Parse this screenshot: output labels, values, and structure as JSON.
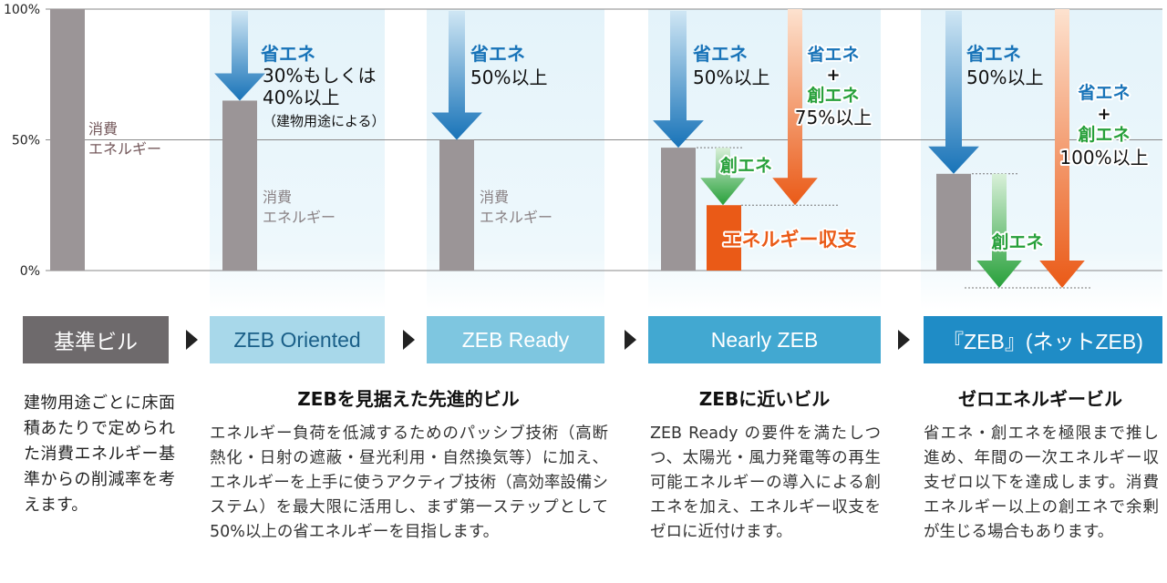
{
  "axis": {
    "ticks": [
      "100%",
      "50%",
      "0%"
    ]
  },
  "diagram": {
    "columns": [
      {
        "key": "kijun",
        "bar": 1.0,
        "fill_color": "#eef7fb",
        "bar_label": [
          "消費",
          "エネルギー"
        ]
      },
      {
        "key": "oriented",
        "bar": 0.65,
        "fill_color": "#e9f5fa",
        "bar_label": [
          "消費",
          "エネルギー"
        ],
        "arrow_label": [
          "省エネ"
        ],
        "arrow_sub": [
          "30%もしくは",
          "40%以上",
          "（建物用途による）"
        ]
      },
      {
        "key": "ready",
        "bar": 0.5,
        "fill_color": "#e9f5fa",
        "bar_label": [
          "消費",
          "エネルギー"
        ],
        "arrow_label": [
          "省エネ"
        ],
        "arrow_sub": [
          "50%以上"
        ]
      },
      {
        "key": "nearly",
        "bar": 0.47,
        "fill_color": "#e9f5fa",
        "arrow_label": [
          "省エネ"
        ],
        "arrow_sub": [
          "50%以上"
        ],
        "sou_label": "創エネ",
        "balance_label": "エネルギー収支",
        "balance_level": 0.25,
        "combo_label": [
          "省エネ",
          "+",
          "創エネ",
          "75%以上"
        ]
      },
      {
        "key": "zeb",
        "bar": 0.37,
        "fill_color": "#e9f5fa",
        "arrow_label": [
          "省エネ"
        ],
        "arrow_sub": [
          "50%以上"
        ],
        "sou_label": "創エネ",
        "combo_label": [
          "省エネ",
          "+",
          "創エネ",
          "100%以上"
        ]
      }
    ]
  },
  "colors": {
    "bar": "#9b9597",
    "blue": "#1873b8",
    "green": "#27a03a",
    "orange": "#ea5a17",
    "label_brown": "#74585b"
  },
  "categories": [
    {
      "label": "基準ビル",
      "color": "#6e6a6c"
    },
    {
      "label": "ZEB Oriented",
      "color": "#a8d8ea"
    },
    {
      "label": "ZEB Ready",
      "color": "#7ec6e0"
    },
    {
      "label": "Nearly ZEB",
      "color": "#42a8d1"
    },
    {
      "label": "『ZEB』(ネットZEB)",
      "color": "#1f8cc6"
    }
  ],
  "descriptions": [
    {
      "heading": "",
      "body": "建物用途ごとに床面積あたりで定められた消費エネルギー基準からの削減率を考えます。"
    },
    {
      "heading": "ZEBを見据えた先進的ビル",
      "body": "エネルギー負荷を低減するためのパッシブ技術（高断熱化・日射の遮蔽・昼光利用・自然換気等）に加え、エネルギーを上手に使うアクティブ技術（高効率設備システム）を最大限に活用し、まず第一ステップとして50%以上の省エネルギーを目指します。"
    },
    {
      "heading": "ZEBに近いビル",
      "body": "ZEB Ready の要件を満たしつつ、太陽光・風力発電等の再生可能エネルギーの導入による創エネを加え、エネルギー収支をゼロに近付けます。"
    },
    {
      "heading": "ゼロエネルギービル",
      "body": "省エネ・創エネを極限まで推し進め、年間の一次エネルギー収支ゼロ以下を達成します。消費エネルギー以上の創エネで余剰が生じる場合もあります。"
    }
  ]
}
